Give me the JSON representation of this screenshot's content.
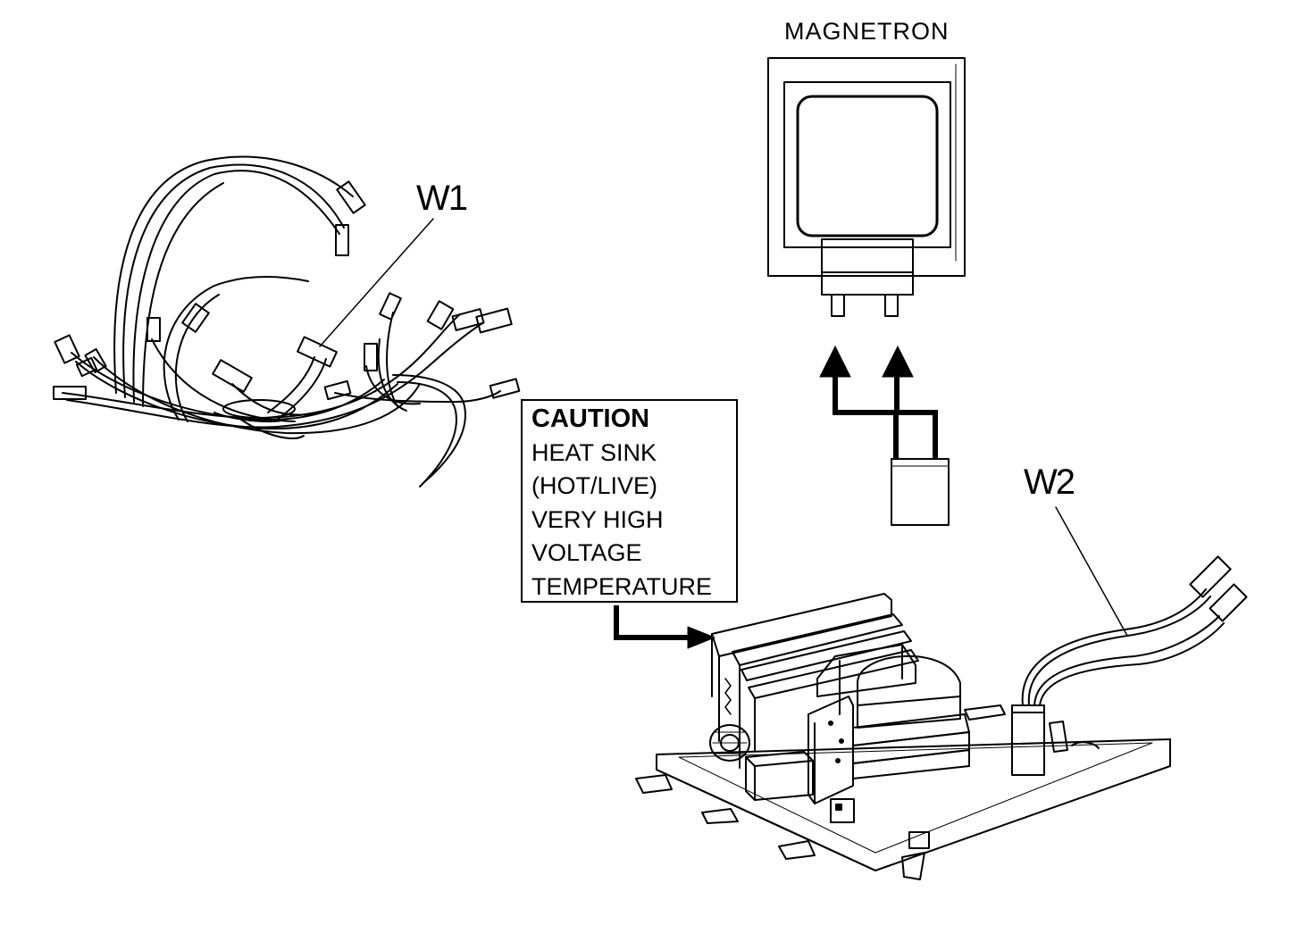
{
  "labels": {
    "magnetron": "MAGNETRON",
    "w1": "W1",
    "w2": "W2"
  },
  "caution": {
    "title": "CAUTION",
    "lines": [
      "HEAT SINK",
      "(HOT/LIVE)",
      "VERY HIGH",
      "VOLTAGE",
      "TEMPERATURE"
    ]
  }
}
